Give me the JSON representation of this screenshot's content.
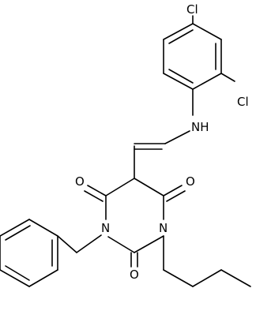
{
  "molecule": {
    "atoms": {
      "cl_top": "Cl",
      "cl_right": "Cl",
      "nh": "NH",
      "o_left": "O",
      "o_right": "O",
      "o_bottom": "O",
      "n_left": "N",
      "n_right": "N"
    },
    "colors": {
      "bond": "#000000",
      "background": "#ffffff"
    }
  }
}
